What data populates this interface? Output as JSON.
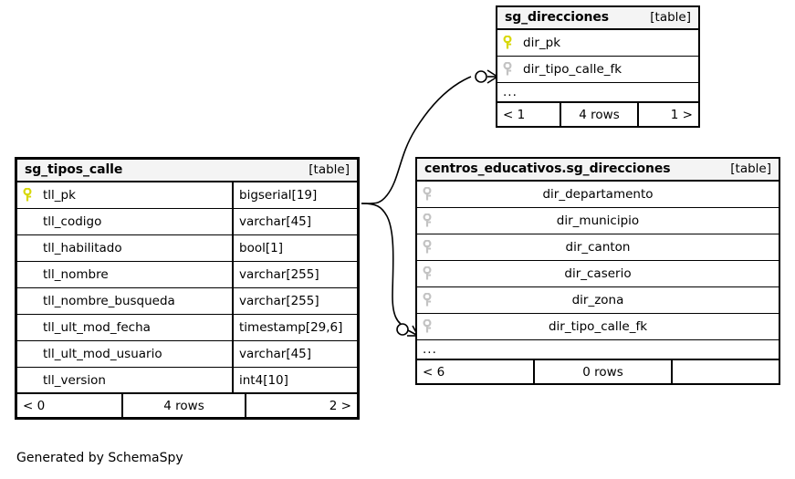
{
  "page": {
    "generator_credit": "Generated by SchemaSpy",
    "table_tag": "[table]",
    "ellipsis": "...",
    "background_color": "#ffffff",
    "border_color": "#000000",
    "header_fill": "#f4f4f4",
    "pk_key_color": "#e8e80c",
    "fk_key_color": "#c0c0c0"
  },
  "tables": [
    {
      "id": "sg_direcciones",
      "title": "sg_direcciones",
      "tag": "[table]",
      "columns": [
        {
          "name": "dir_pk",
          "key": "primary",
          "type": ""
        },
        {
          "name": "dir_tipo_calle_fk",
          "key": "foreign",
          "type": ""
        }
      ],
      "has_ellipsis": true,
      "footer": {
        "left": "< 1",
        "middle": "4 rows",
        "right": "1 >"
      }
    },
    {
      "id": "sg_tipos_calle",
      "title": "sg_tipos_calle",
      "tag": "[table]",
      "columns": [
        {
          "name": "tll_pk",
          "key": "primary",
          "type": "bigserial[19]"
        },
        {
          "name": "tll_codigo",
          "key": "none",
          "type": "varchar[45]"
        },
        {
          "name": "tll_habilitado",
          "key": "none",
          "type": "bool[1]"
        },
        {
          "name": "tll_nombre",
          "key": "none",
          "type": "varchar[255]"
        },
        {
          "name": "tll_nombre_busqueda",
          "key": "none",
          "type": "varchar[255]"
        },
        {
          "name": "tll_ult_mod_fecha",
          "key": "none",
          "type": "timestamp[29,6]"
        },
        {
          "name": "tll_ult_mod_usuario",
          "key": "none",
          "type": "varchar[45]"
        },
        {
          "name": "tll_version",
          "key": "none",
          "type": "int4[10]"
        }
      ],
      "has_ellipsis": false,
      "footer": {
        "left": "< 0",
        "middle": "4 rows",
        "right": "2 >"
      }
    },
    {
      "id": "centros_educativos.sg_direcciones",
      "title": "centros_educativos.sg_direcciones",
      "tag": "[table]",
      "columns": [
        {
          "name": "dir_departamento",
          "key": "foreign",
          "type": ""
        },
        {
          "name": "dir_municipio",
          "key": "foreign",
          "type": ""
        },
        {
          "name": "dir_canton",
          "key": "foreign",
          "type": ""
        },
        {
          "name": "dir_caserio",
          "key": "foreign",
          "type": ""
        },
        {
          "name": "dir_zona",
          "key": "foreign",
          "type": ""
        },
        {
          "name": "dir_tipo_calle_fk",
          "key": "foreign",
          "type": ""
        }
      ],
      "has_ellipsis": true,
      "footer": {
        "left": "< 6",
        "middle": "0 rows",
        "right": ""
      }
    }
  ],
  "relationships": [
    {
      "id": "rel-tipos-calle-to-sg-direcciones",
      "from_table": "sg_tipos_calle",
      "from_column": "tll_pk",
      "to_table": "sg_direcciones",
      "to_column": "dir_tipo_calle_fk",
      "cardinality": "one-to-many",
      "optional": true
    },
    {
      "id": "rel-tipos-calle-to-centros-direcciones",
      "from_table": "sg_tipos_calle",
      "from_column": "tll_pk",
      "to_table": "centros_educativos.sg_direcciones",
      "to_column": "dir_tipo_calle_fk",
      "cardinality": "one-to-many",
      "optional": true
    }
  ]
}
